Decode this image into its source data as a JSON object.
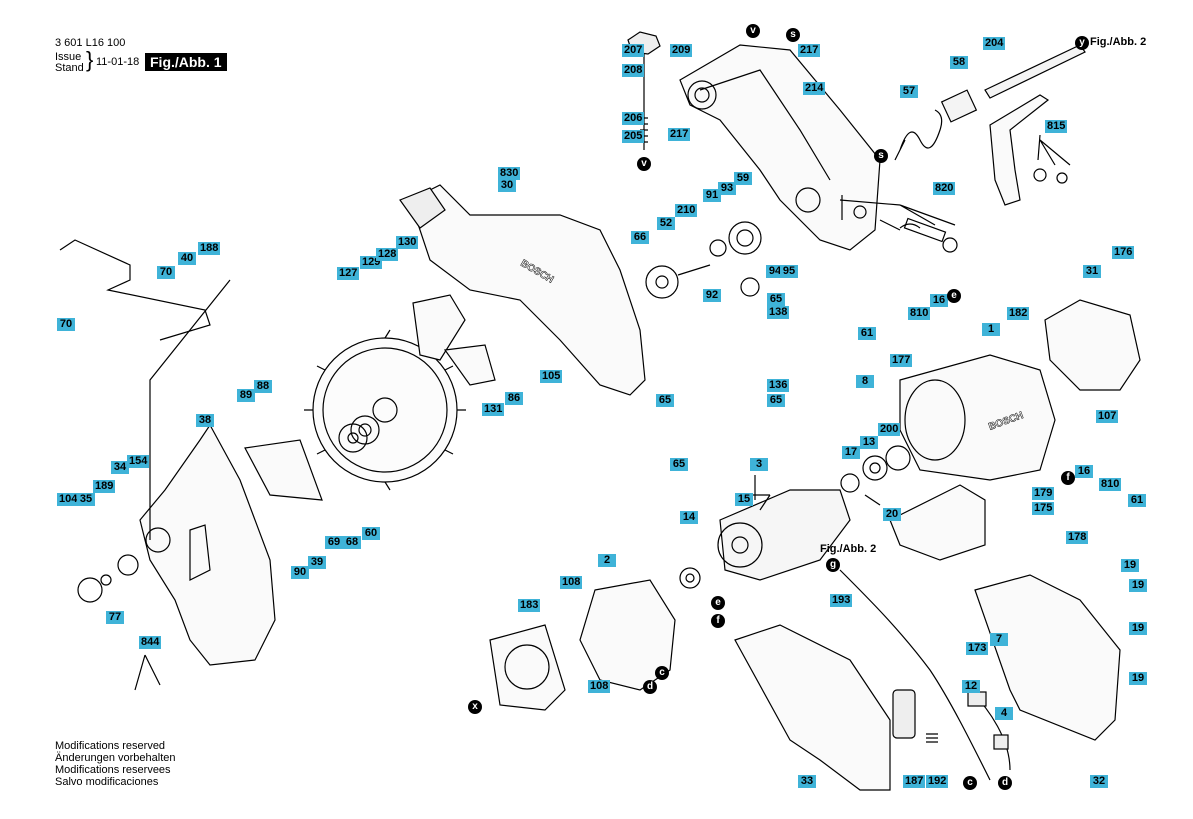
{
  "header": {
    "part_number": "3 601 L16 100",
    "issue_label": "Issue",
    "stand_label": "Stand",
    "date": "11-01-18",
    "figure_label": "Fig./Abb. 1"
  },
  "figure_refs": [
    "Fig./Abb. 2",
    "Fig./Abb. 2"
  ],
  "callouts": [
    "207",
    "208",
    "206",
    "205",
    "209",
    "217",
    "217",
    "214",
    "204",
    "58",
    "57",
    "815",
    "820",
    "830",
    "30",
    "66",
    "52",
    "210",
    "91",
    "93",
    "59",
    "92",
    "94",
    "95",
    "65",
    "138",
    "65",
    "136",
    "65",
    "65",
    "127",
    "129",
    "128",
    "130",
    "131",
    "86",
    "105",
    "70",
    "40",
    "188",
    "70",
    "31",
    "176",
    "61",
    "810",
    "16",
    "182",
    "1",
    "177",
    "8",
    "17",
    "13",
    "200",
    "107",
    "16",
    "810",
    "61",
    "3",
    "15",
    "179",
    "175",
    "20",
    "14",
    "2",
    "108",
    "108",
    "183",
    "89",
    "88",
    "38",
    "104",
    "35",
    "189",
    "34",
    "154",
    "77",
    "90",
    "39",
    "69",
    "68",
    "60",
    "844",
    "178",
    "19",
    "19",
    "19",
    "19",
    "193",
    "7",
    "173",
    "12",
    "4",
    "33",
    "187",
    "192",
    "32"
  ],
  "bullets": [
    "v",
    "v",
    "s",
    "s",
    "y",
    "e",
    "f",
    "g",
    "e",
    "f",
    "c",
    "d",
    "x",
    "c",
    "d"
  ],
  "footer": {
    "lines": [
      "Modifications reserved",
      "Änderungen vorbehalten",
      "Modifications reservees",
      "Salvo modificaciones"
    ]
  }
}
